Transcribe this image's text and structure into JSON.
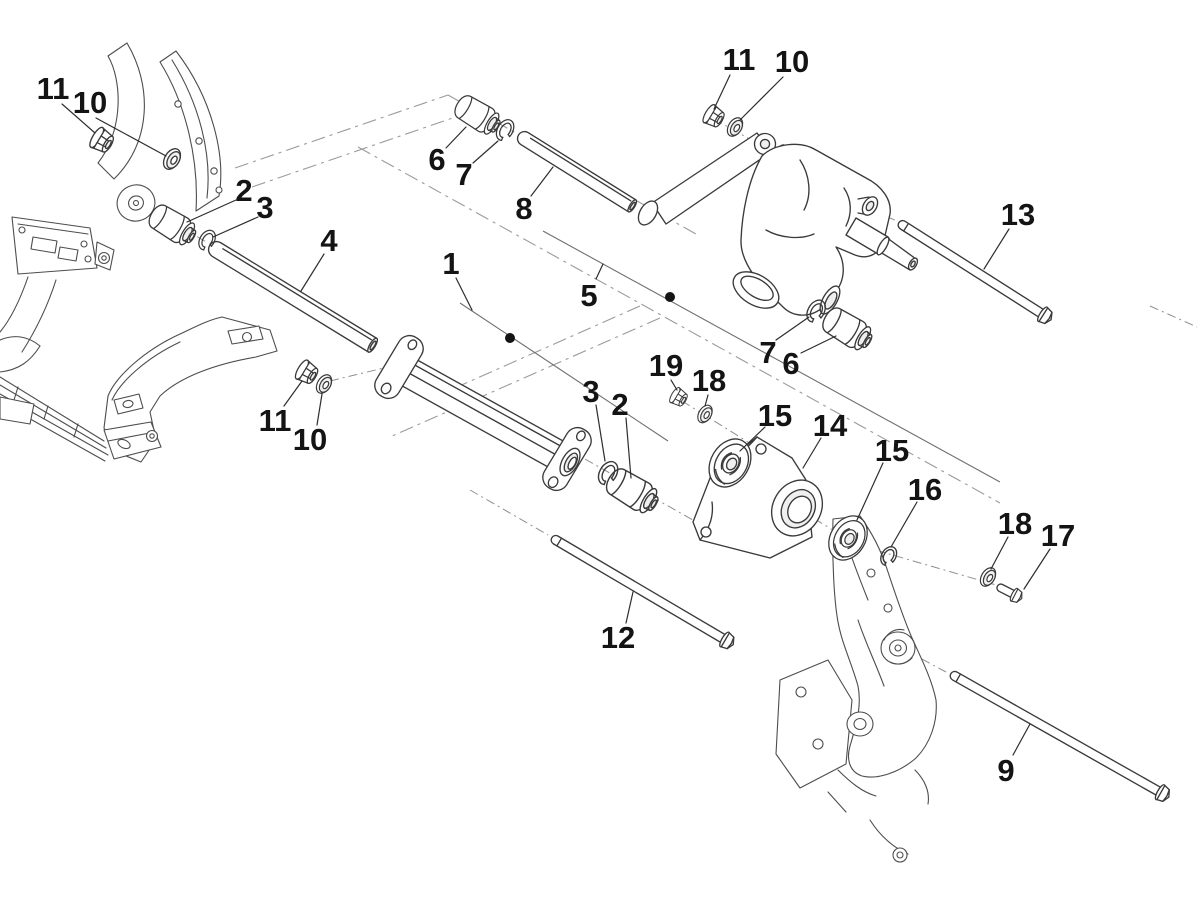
{
  "diagram": {
    "title": "exploded parts diagram - rear swing arm",
    "background_color": "#ffffff",
    "line_color": "#3a3a3a",
    "phantom_line_color": "#9b9b9b",
    "label_color": "#141414",
    "callouts": [
      {
        "label": "11",
        "part": "flanged-nut"
      },
      {
        "label": "10",
        "part": "washer"
      },
      {
        "label": "2",
        "part": "silent-block-bushing"
      },
      {
        "label": "3",
        "part": "spring-washer"
      },
      {
        "label": "4",
        "part": "pivot-rod"
      },
      {
        "label": "1",
        "part": "rod-assembly"
      },
      {
        "label": "5",
        "part": "rocker-arm-assembly"
      },
      {
        "label": "6",
        "part": "silent-block-bushing"
      },
      {
        "label": "7",
        "part": "spring-washer"
      },
      {
        "label": "8",
        "part": "pivot-rod"
      },
      {
        "label": "11",
        "part": "flanged-nut"
      },
      {
        "label": "10",
        "part": "washer"
      },
      {
        "label": "13",
        "part": "hex-bolt"
      },
      {
        "label": "7",
        "part": "spring-washer"
      },
      {
        "label": "6",
        "part": "silent-block-bushing"
      },
      {
        "label": "19",
        "part": "nut"
      },
      {
        "label": "18",
        "part": "washer"
      },
      {
        "label": "3",
        "part": "spring-washer"
      },
      {
        "label": "2",
        "part": "silent-block-bushing"
      },
      {
        "label": "15",
        "part": "support-disc"
      },
      {
        "label": "14",
        "part": "support-bracket"
      },
      {
        "label": "15",
        "part": "support-disc"
      },
      {
        "label": "16",
        "part": "snap-ring"
      },
      {
        "label": "18",
        "part": "washer"
      },
      {
        "label": "17",
        "part": "hex-bolt-short"
      },
      {
        "label": "12",
        "part": "hex-bolt-long"
      },
      {
        "label": "9",
        "part": "hex-bolt-long"
      },
      {
        "label": "11",
        "part": "flanged-nut"
      },
      {
        "label": "10",
        "part": "washer"
      }
    ]
  }
}
